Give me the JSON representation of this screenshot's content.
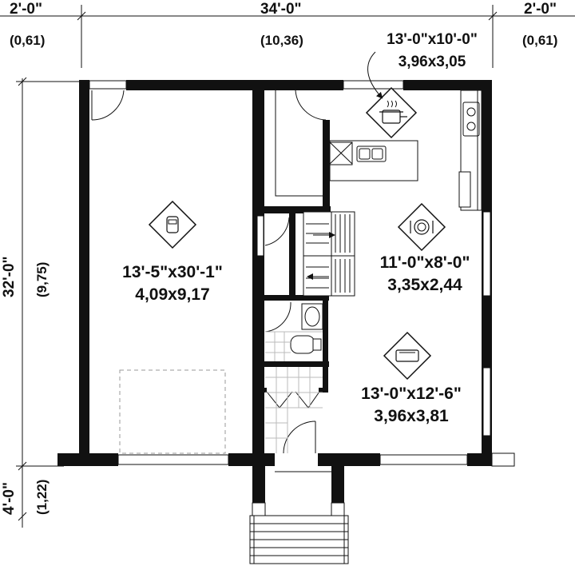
{
  "dimensions": {
    "top_left_imperial": "2'-0\"",
    "top_left_metric": "(0,61)",
    "top_mid_imperial": "34'-0\"",
    "top_mid_metric": "(10,36)",
    "top_right_imperial": "2'-0\"",
    "top_right_metric": "(0,61)",
    "left_main_imperial": "32'-0\"",
    "left_main_metric": "(9,75)",
    "left_bottom_imperial": "4'-0\"",
    "left_bottom_metric": "(1,22)"
  },
  "rooms": {
    "garage": {
      "imperial": "13'-5\"x30'-1\"",
      "metric": "4,09x9,17",
      "icon": "car-icon"
    },
    "kitchen": {
      "imperial": "13'-0\"x10'-0\"",
      "metric": "3,96x3,05",
      "icon": "cooking-pot-icon"
    },
    "dining": {
      "imperial": "11'-0\"x8'-0\"",
      "metric": "3,35x2,44",
      "icon": "plate-icon"
    },
    "living": {
      "imperial": "13'-0\"x12'-6\"",
      "metric": "3,96x3,81",
      "icon": "sofa-icon"
    }
  }
}
